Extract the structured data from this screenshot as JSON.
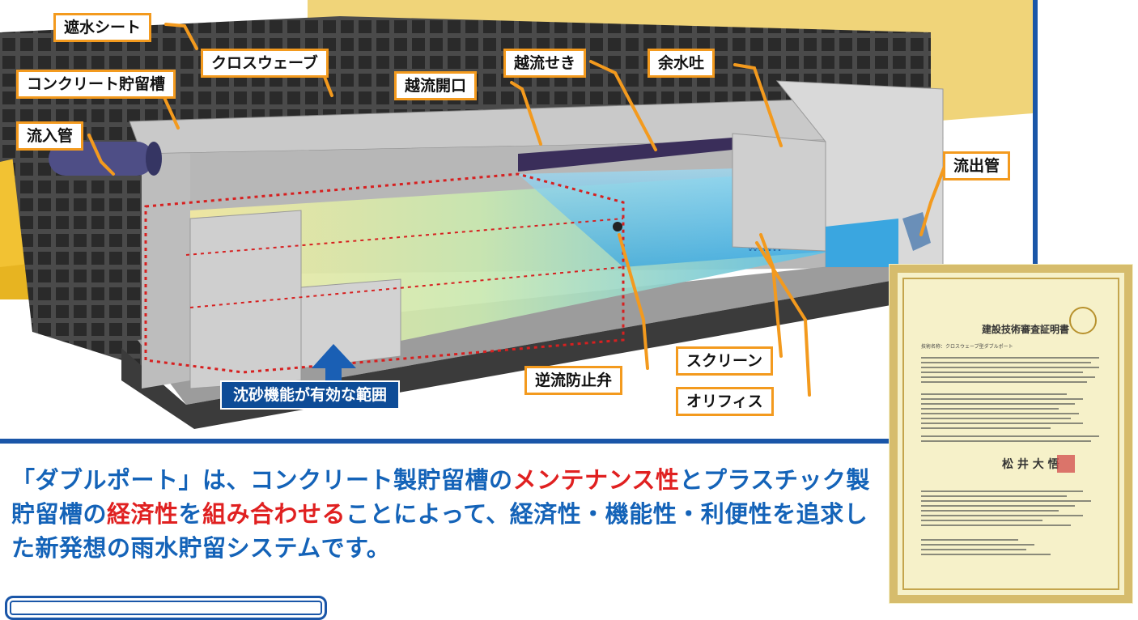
{
  "callouts": {
    "shasui_sheet": "遮水シート",
    "cross_wave": "クロスウェーブ",
    "concrete_tank": "コンクリート貯留槽",
    "inflow_pipe": "流入管",
    "overflow_opening": "越流開口",
    "overflow_weir": "越流せき",
    "spillway": "余水吐",
    "outflow_pipe": "流出管",
    "check_valve": "逆流防止弁",
    "screen": "スクリーン",
    "orifice": "オリフィス"
  },
  "zone_label": "沈砂機能が有効な範囲",
  "description": {
    "p1": "「ダブルポート」は、コンクリート製貯留槽の",
    "h1": "メンテナンス性",
    "p2": "とプラスチック製貯留槽の",
    "h2": "経済性",
    "p3": "を",
    "h3": "組み合わせる",
    "p4": "ことによって、経済性・機能性・利便性を追求した新発想の雨水貯留システムです。"
  },
  "certificate": {
    "title": "建設技術審査証明書",
    "subject": "技術名称：クロスウェーブ型ダブルポート",
    "signature": "松 井 大 悟"
  },
  "colors": {
    "frame_blue": "#1a56a8",
    "callout_orange": "#f39a1e",
    "text_blue": "#1463b8",
    "highlight_red": "#e02020",
    "zone_blue": "#0e4c97"
  }
}
